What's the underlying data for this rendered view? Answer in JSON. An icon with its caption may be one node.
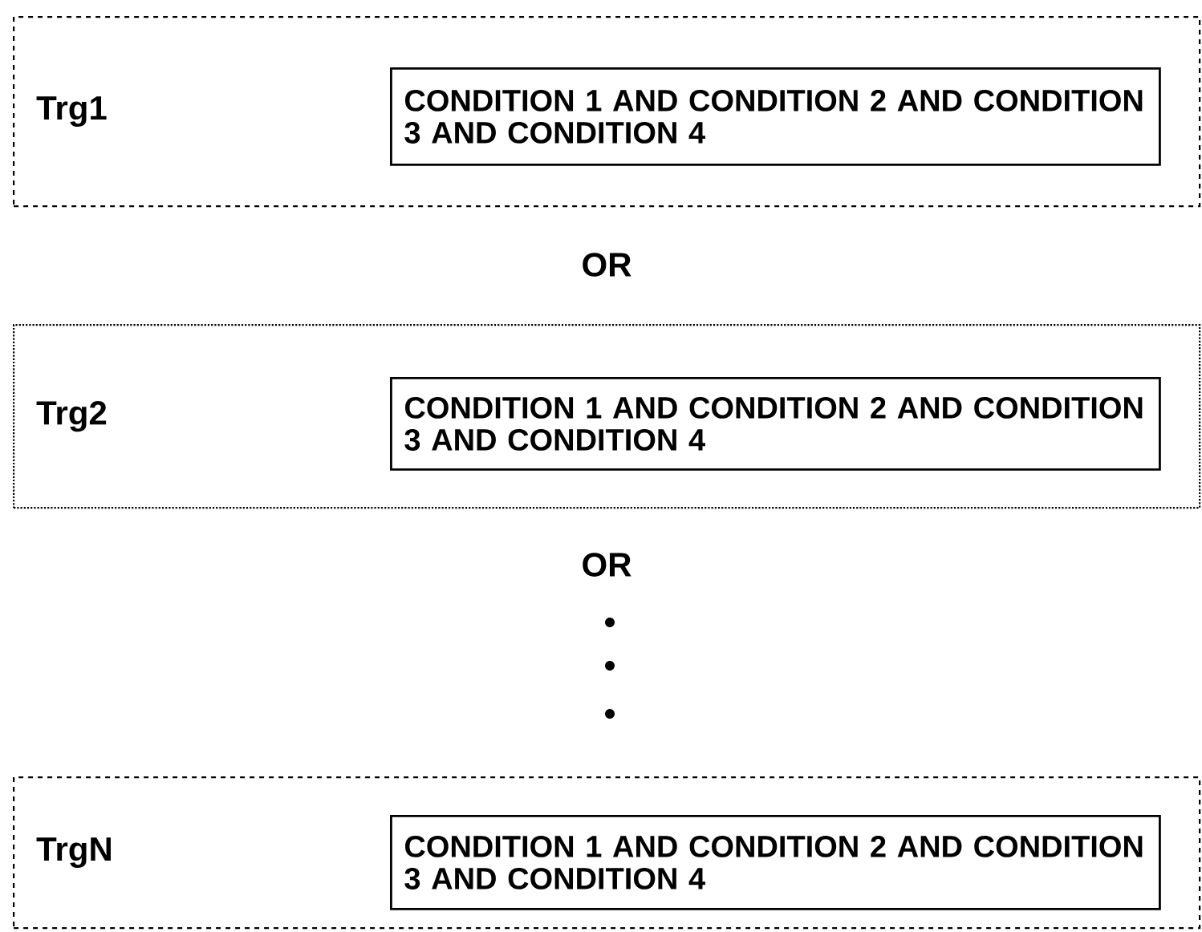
{
  "diagram": {
    "nodes": [
      {
        "text": [
          "Trg1"
        ]
      },
      {
        "text": [
          "CONDITION 1 AND CONDITION 2 AND CONDITION 3 AND CONDITION 4"
        ],
        "in": 0
      },
      {
        "text": [
          "Trg2"
        ]
      },
      {
        "text": [
          "CONDITION 1 AND CONDITION 2 AND CONDITION 3 AND CONDITION 4"
        ],
        "in": 2
      },
      {
        "text": [
          "TrgN"
        ]
      },
      {
        "text": [
          "CONDITION 1 AND CONDITION 2 AND CONDITION 3 AND CONDITION 4"
        ],
        "in": 4
      }
    ],
    "labels": [
      "OR",
      "OR"
    ]
  }
}
